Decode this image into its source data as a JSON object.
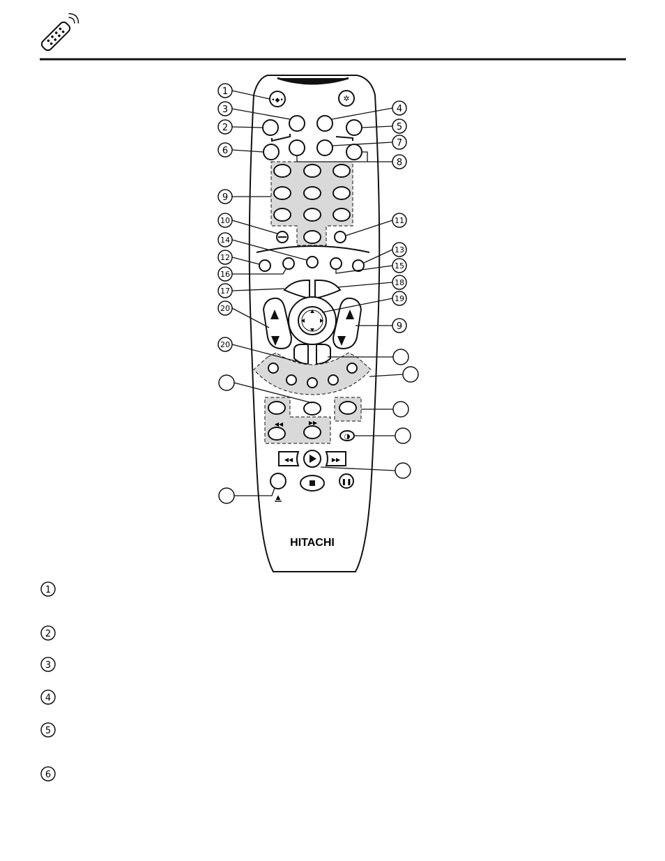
{
  "header": {
    "icon": "remote-control-icon"
  },
  "remote": {
    "brand": "HITACHI",
    "power_icon": "power-icon",
    "light_icon": "light-icon",
    "eject_symbol": "▲",
    "callouts": [
      "1",
      "2",
      "3",
      "4",
      "5",
      "6",
      "7",
      "8",
      "9",
      "10",
      "11",
      "12",
      "13",
      "14",
      "15",
      "16",
      "17",
      "18",
      "19",
      "20",
      "9",
      "20"
    ]
  },
  "legend": {
    "items": [
      "1",
      "2",
      "3",
      "4",
      "5",
      "6"
    ]
  },
  "colors": {
    "line": "#111111",
    "body_fill": "#ffffff",
    "group_fill": "#d9d9d9"
  }
}
